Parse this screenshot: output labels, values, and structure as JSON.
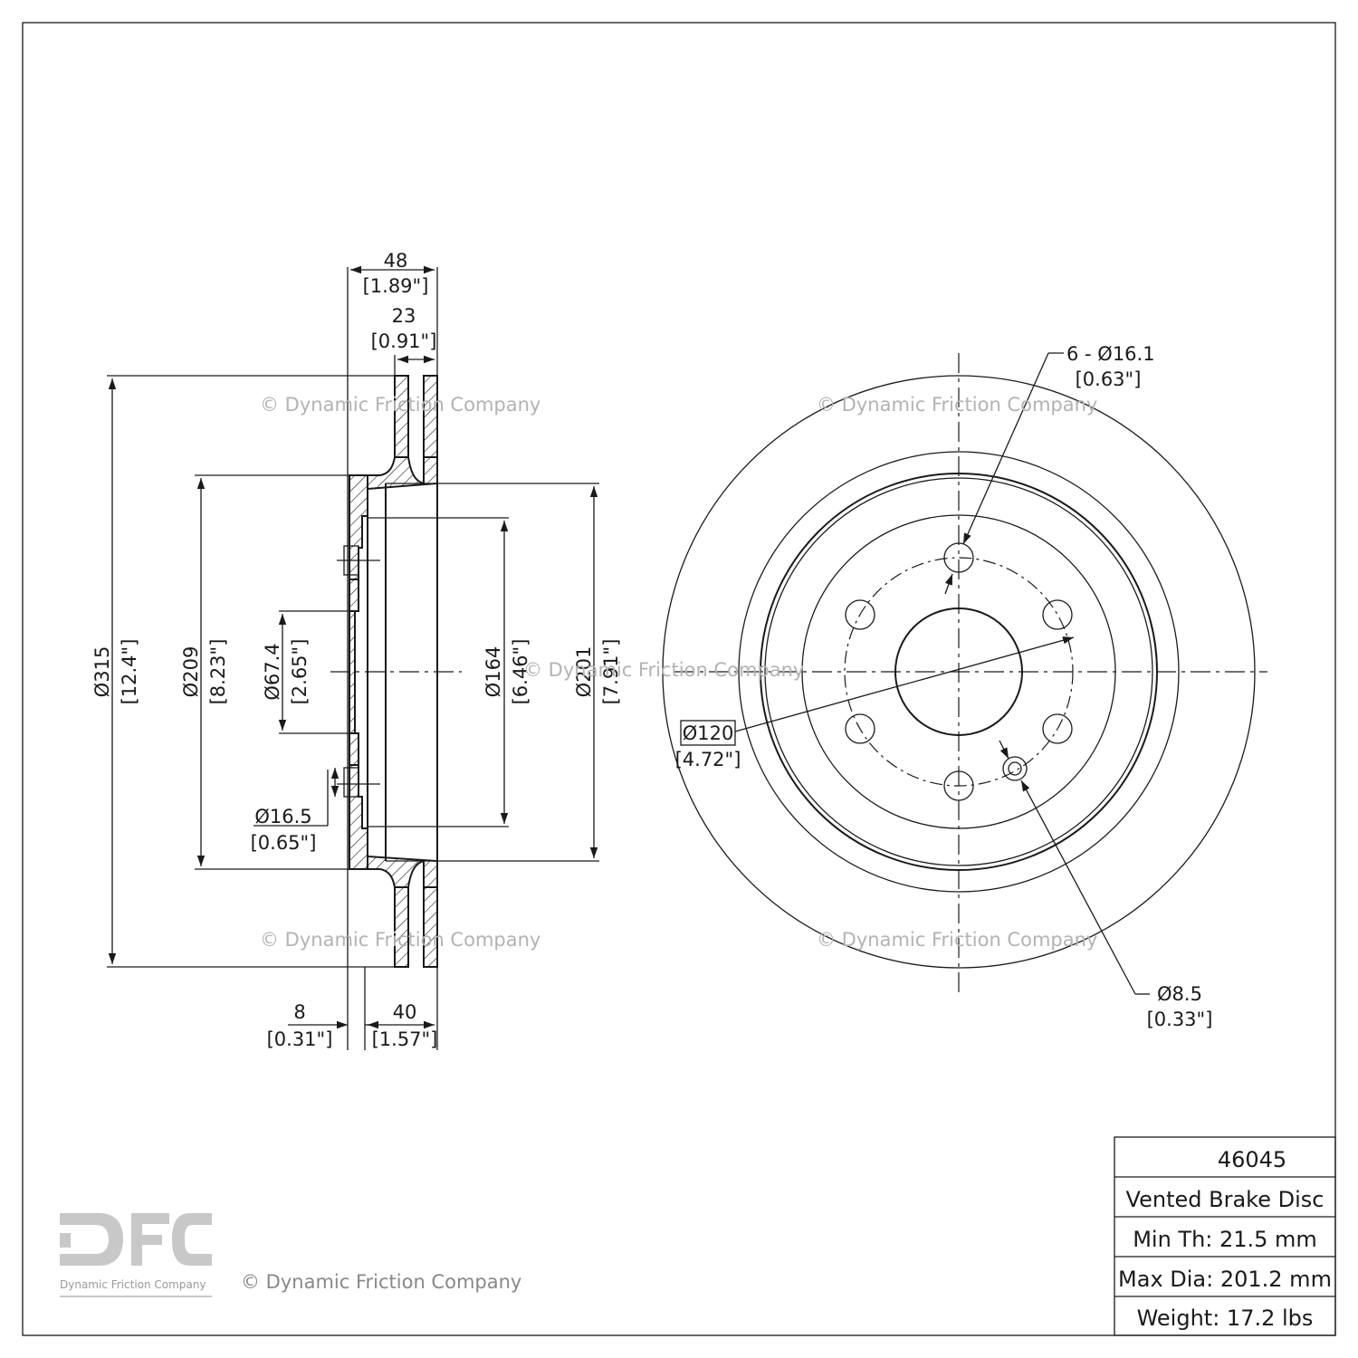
{
  "part_number": "46045",
  "description": "Vented Brake Disc",
  "min_thickness": "Min Th: 21.5 mm",
  "max_diameter": "Max Dia: 201.2 mm",
  "weight": "Weight: 17.2 lbs",
  "watermark": "© Dynamic Friction Company",
  "logo": {
    "letters": "DFC",
    "subtitle": "Dynamic Friction Company"
  },
  "dimensions": {
    "overall_height": {
      "mm": "48",
      "in": "[1.89\"]"
    },
    "hat_offset": {
      "mm": "23",
      "in": "[0.91\"]"
    },
    "outer_diameter": {
      "mm": "Ø315",
      "in": "[12.4\"]"
    },
    "hat_diameter": {
      "mm": "Ø209",
      "in": "[8.23\"]"
    },
    "center_bore": {
      "mm": "Ø67.4",
      "in": "[2.65\"]"
    },
    "inner_hat_diameter": {
      "mm": "Ø164",
      "in": "[6.46\"]"
    },
    "max_inner_diameter": {
      "mm": "Ø201",
      "in": "[7.91\"]"
    },
    "stud_hole_side": {
      "mm": "Ø16.5",
      "in": "[0.65\"]"
    },
    "hat_thickness": {
      "mm": "8",
      "in": "[0.31\"]"
    },
    "hat_depth": {
      "mm": "40",
      "in": "[1.57\"]"
    },
    "bolt_holes": {
      "mm": "6 - Ø16.1",
      "in": "[0.63\"]"
    },
    "bolt_circle": {
      "mm": "Ø120",
      "in": "[4.72\"]"
    },
    "locator_hole": {
      "mm": "Ø8.5",
      "in": "[0.33\"]"
    }
  }
}
